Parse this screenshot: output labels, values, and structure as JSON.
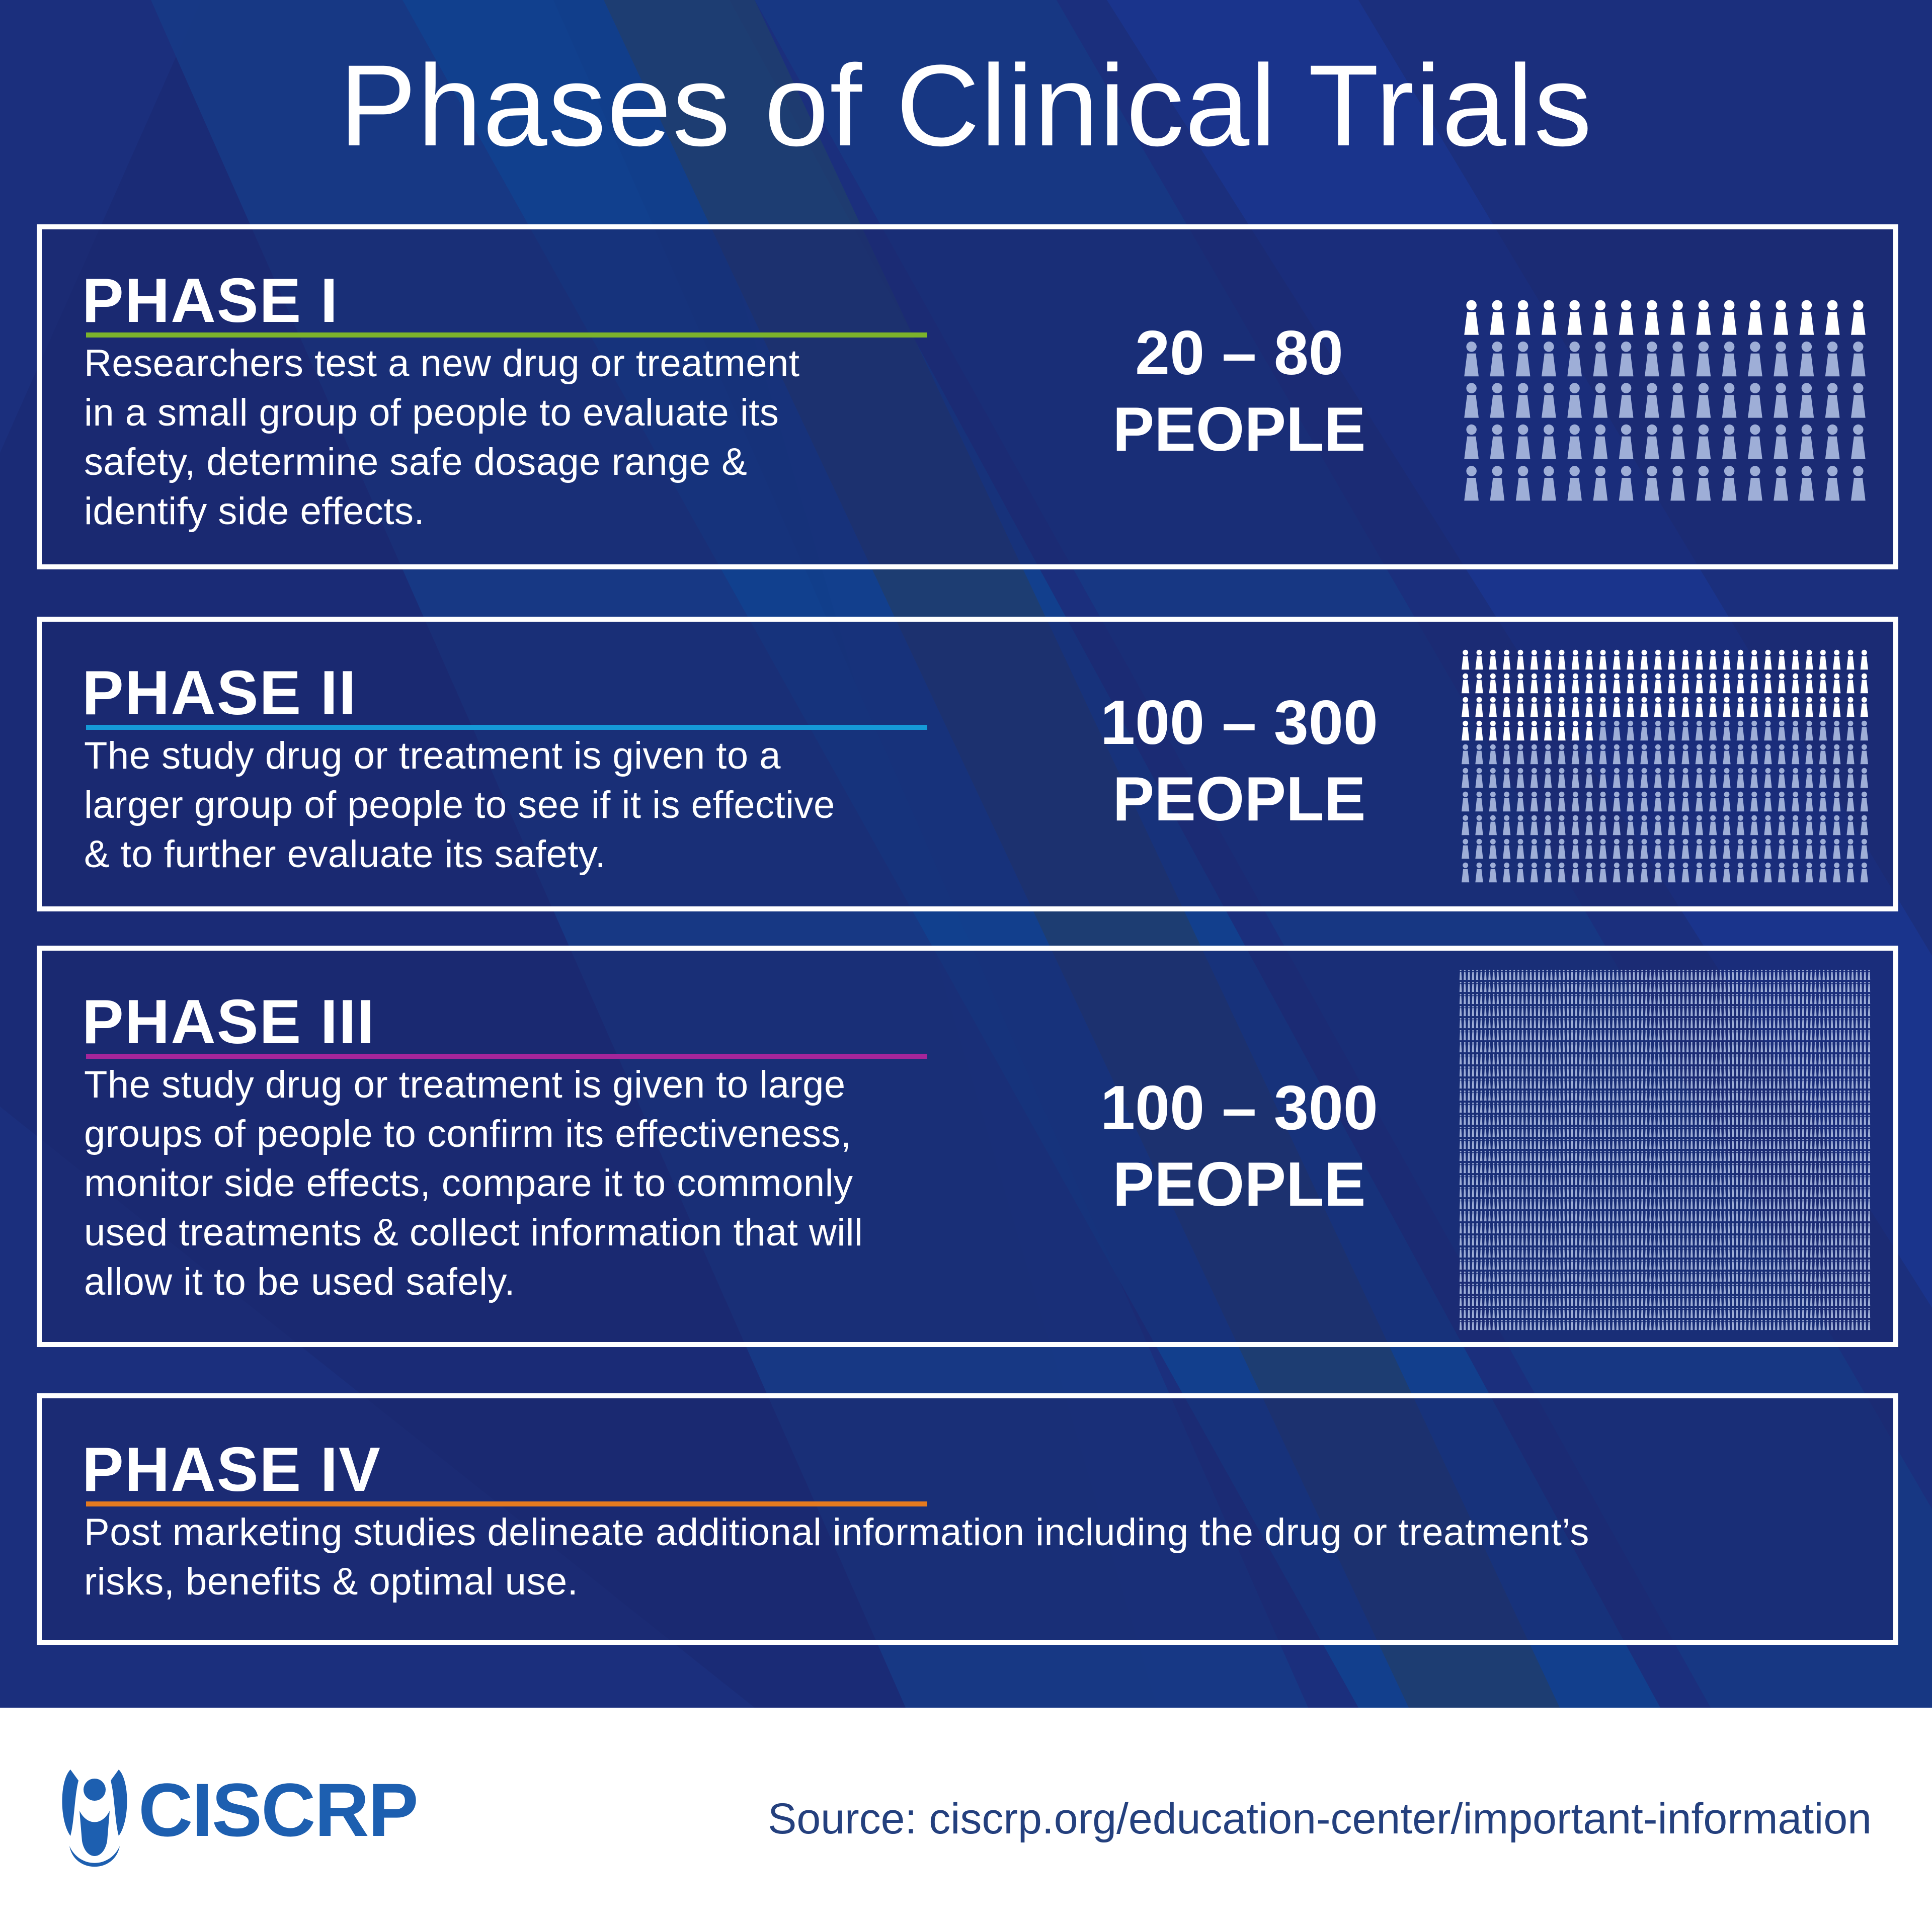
{
  "title": "Phases of Clinical Trials",
  "colors": {
    "background": "#1b2f7d",
    "phase_1_rule": "#7cb32b",
    "phase_2_rule": "#159ad8",
    "phase_3_rule": "#a6259a",
    "phase_4_rule": "#e57a1f",
    "people_highlight": "#ffffff",
    "people_muted": "#9eaed7",
    "brand": "#1d5fb0"
  },
  "phases": [
    {
      "heading": "PHASE I",
      "description_lines": [
        "Researchers test a new drug or treatment",
        "in a small group of people to evaluate its",
        "safety, determine safe dosage range &",
        "identify side effects."
      ],
      "count_lines": [
        "20 – 80",
        "PEOPLE"
      ],
      "icon_grid": {
        "icon": "person-icon",
        "columns": 16,
        "rows": 5,
        "highlighted": 16
      }
    },
    {
      "heading": "PHASE II",
      "description_lines": [
        "The study drug or treatment is given to a",
        "larger group of people to see if it is effective",
        "& to further evaluate its safety."
      ],
      "count_lines": [
        "100 – 300",
        "PEOPLE"
      ],
      "icon_grid": {
        "icon": "person-icon",
        "columns": 30,
        "rows": 10,
        "highlighted": 100
      }
    },
    {
      "heading": "PHASE III",
      "description_lines": [
        "The study drug or treatment is given to large",
        "groups of people to confirm its effectiveness,",
        "monitor side effects, compare it to commonly",
        "used treatments & collect information that will",
        "allow it to be used safely."
      ],
      "count_lines": [
        "100 – 300",
        "PEOPLE"
      ],
      "icon_grid": {
        "icon": "person-icon",
        "columns": 100,
        "rows": 30,
        "highlighted": 0
      }
    },
    {
      "heading": "PHASE IV",
      "description_lines": [
        "Post marketing studies delineate additional information including the drug or treatment’s",
        "risks, benefits & optimal use."
      ]
    }
  ],
  "footer": {
    "logo_text": "CISCRP",
    "logo_icon": "ciscrp-person-logo-icon",
    "source": "Source:  ciscrp.org/education-center/important-information"
  }
}
